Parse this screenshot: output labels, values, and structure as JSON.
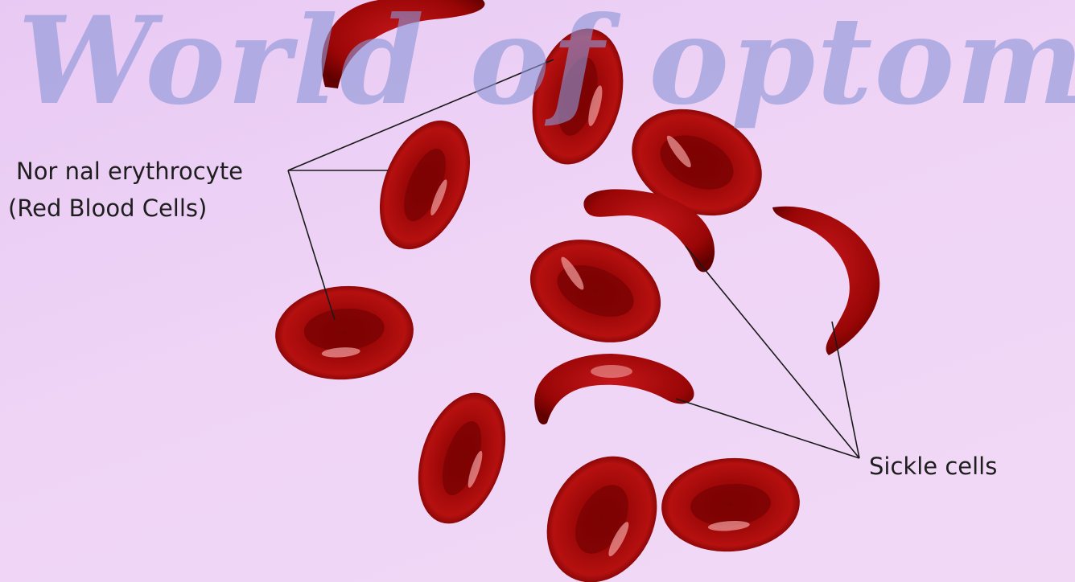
{
  "watermark": "World of optometry",
  "labels": {
    "normal_line1": "Nor nal erythrocyte",
    "normal_line2": "(Red Blood Cells)",
    "sickle": "Sickle cells"
  },
  "colors": {
    "background": "#efd6f5",
    "cell_dark": "#5e0000",
    "cell_mid": "#9a0606",
    "cell_light": "#c81a1a",
    "watermark": "#8c96d7"
  }
}
